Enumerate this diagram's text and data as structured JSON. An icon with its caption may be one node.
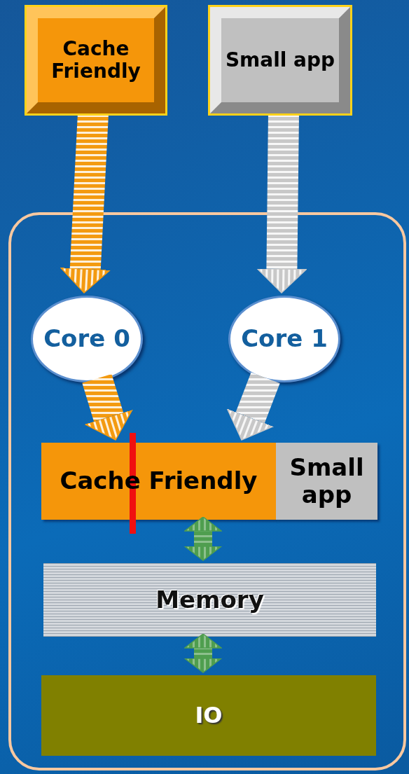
{
  "diagram": {
    "nodes": [
      {
        "text": [
          "Cache Friendly"
        ]
      },
      {
        "text": [
          "Small app"
        ]
      },
      {
        "text": [],
        "shape": "box"
      },
      {
        "text": [
          "Core 0"
        ],
        "in": 2
      },
      {
        "text": [
          "Core 1"
        ],
        "in": 2
      },
      {
        "text": [
          "Cache Friendly"
        ],
        "in": 2
      },
      {
        "text": [
          "Small app"
        ],
        "in": 2
      },
      {
        "text": [
          "Memory"
        ],
        "in": 2
      },
      {
        "text": [
          "IO"
        ],
        "in": 2
      }
    ],
    "edges": [
      {
        "from": 0,
        "to": 3,
        "arrow": "to",
        "style": "thick",
        "color": "#f39a10"
      },
      {
        "from": 1,
        "to": 4,
        "arrow": "to",
        "style": "thick",
        "color": "#c8c8c8"
      },
      {
        "from": 3,
        "to": 5,
        "arrow": "to",
        "style": "thick",
        "color": "#f39a10"
      },
      {
        "from": 4,
        "to": 5,
        "arrow": "to",
        "style": "thick",
        "color": "#c8c8c8"
      },
      {
        "from": 5,
        "to": 7,
        "arrow": "both",
        "style": "thick",
        "color": "#4f9e4f"
      },
      {
        "from": 7,
        "to": 8,
        "arrow": "both",
        "style": "thick",
        "color": "#4f9e4f"
      }
    ]
  }
}
